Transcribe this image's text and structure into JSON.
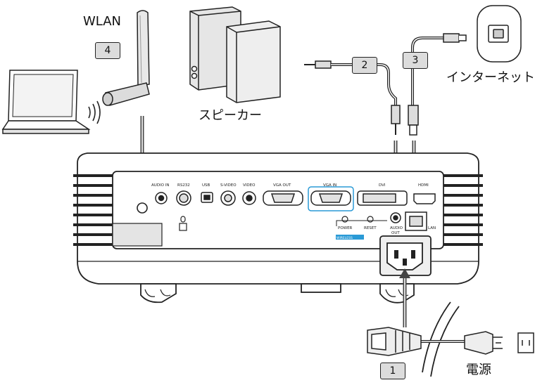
{
  "labels": {
    "wlan": "WLAN",
    "speaker": "スピーカー",
    "internet": "インターネット",
    "power": "電源"
  },
  "badges": {
    "power": "1",
    "audio": "2",
    "lan": "3",
    "wlan": "4"
  },
  "ports": {
    "audio_in": "AUDIO IN",
    "rs232": "RS232",
    "usb": "USB",
    "s_video": "S-VIDEO",
    "video": "VIDEO",
    "vga_out": "VGA OUT",
    "vga_in": "VGA IN",
    "dvi": "DVI",
    "hdmi": "HDMI",
    "power": "POWER",
    "reset": "RESET",
    "audio_out_1": "AUDIO",
    "audio_out_2": "OUT",
    "lan": "LAN",
    "wireless": "WIRELESS"
  },
  "colors": {
    "line": "#222222",
    "accent_blue": "#2a9ad6",
    "highlight": "#3a9ee0",
    "body": "#ffffff",
    "shadow": "#cfcfcf"
  }
}
